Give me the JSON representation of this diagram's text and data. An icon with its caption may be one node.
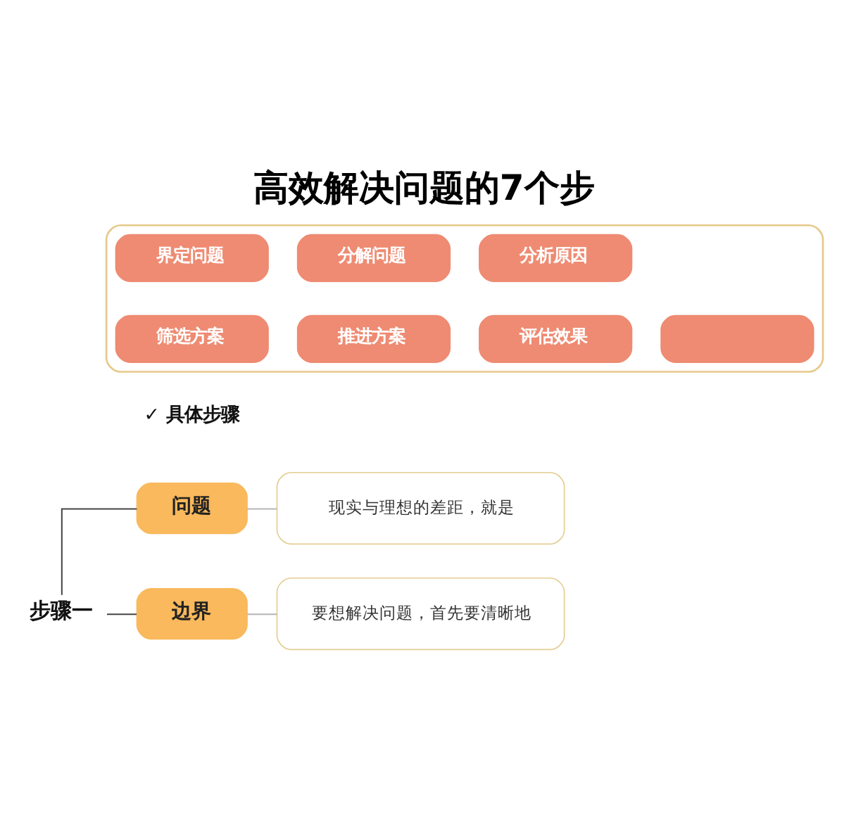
{
  "diagram": {
    "title": "高效解决问题的7个步",
    "nodes": [
      {
        "text": [],
        "shape": "box"
      },
      {
        "text": [
          "界定问题"
        ],
        "in": 0
      },
      {
        "text": [
          "分解问题"
        ],
        "in": 0
      },
      {
        "text": [
          "分析原因"
        ],
        "in": 0
      },
      {
        "text": [
          "筛选方案"
        ],
        "in": 0
      },
      {
        "text": [
          "推进方案"
        ],
        "in": 0
      },
      {
        "text": [
          "评估效果"
        ],
        "in": 0
      },
      {
        "text": [],
        "shape": "box",
        "in": 0
      },
      {
        "text": [
          "步骤一"
        ]
      },
      {
        "text": [
          "问题"
        ]
      },
      {
        "text": [
          "现实与理想的差距，就是"
        ]
      },
      {
        "text": [
          "边界"
        ]
      },
      {
        "text": [
          "要想解决问题，首先要清晰地"
        ]
      }
    ],
    "edges": [
      {
        "from": 8,
        "to": 9,
        "arrow": "none"
      },
      {
        "from": 8,
        "to": 11,
        "arrow": "none"
      },
      {
        "from": 9,
        "to": 10,
        "arrow": "none",
        "color": "#b5b5b5"
      },
      {
        "from": 11,
        "to": 12,
        "arrow": "none",
        "color": "#b5b5b5"
      }
    ],
    "labels": [
      "✓ 具体步骤"
    ]
  }
}
